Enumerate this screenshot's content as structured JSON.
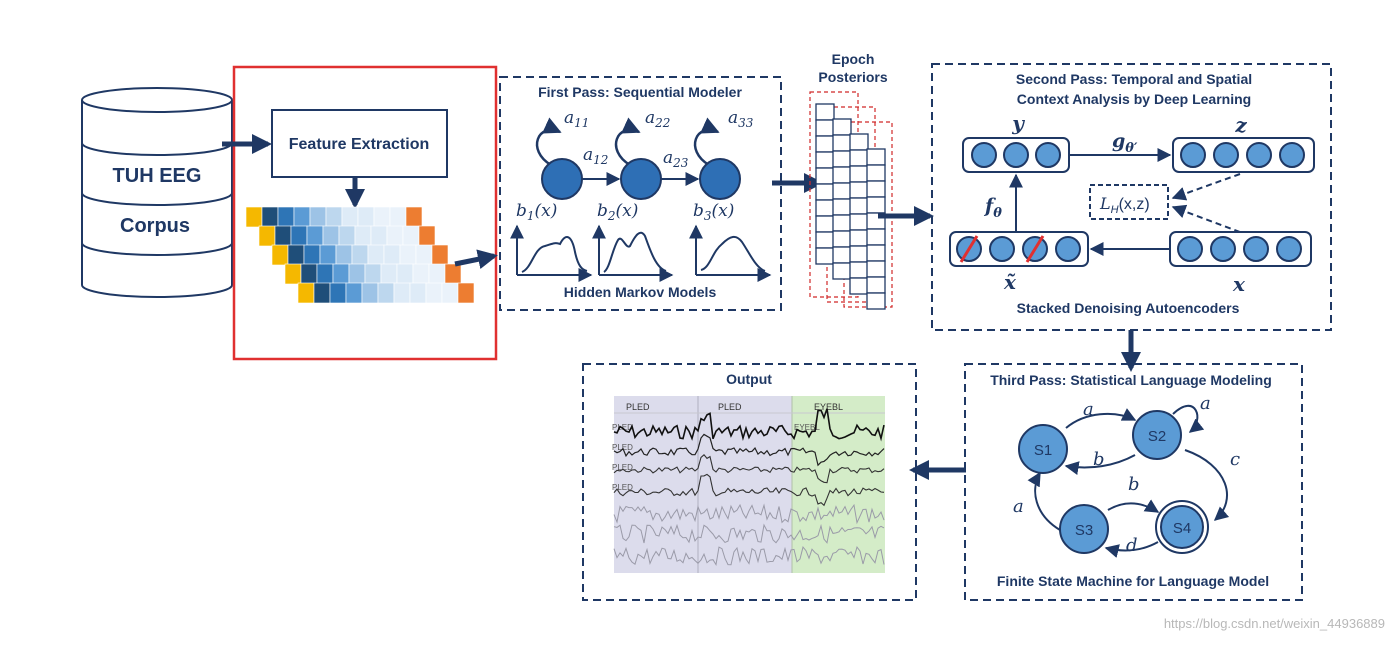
{
  "database": {
    "line1": "TUH EEG",
    "line2": "Corpus"
  },
  "feature_extraction": {
    "title": "Feature Extraction"
  },
  "first_pass": {
    "title": "First Pass: Sequential Modeler",
    "footer": "Hidden Markov Models",
    "transitions": {
      "a11": "a",
      "a11_sub": "11",
      "a22": "a",
      "a22_sub": "22",
      "a33": "a",
      "a33_sub": "33",
      "a12": "a",
      "a12_sub": "12",
      "a23": "a",
      "a23_sub": "23"
    },
    "emissions": [
      {
        "base": "b",
        "sub": "1",
        "arg": "(x)"
      },
      {
        "base": "b",
        "sub": "2",
        "arg": "(x)"
      },
      {
        "base": "b",
        "sub": "3",
        "arg": "(x)"
      }
    ]
  },
  "epoch_posteriors": {
    "line1": "Epoch",
    "line2": "Posteriors"
  },
  "second_pass": {
    "title_line1": "Second Pass: Temporal and Spatial",
    "title_line2": "Context Analysis by Deep Learning",
    "footer": "Stacked Denoising Autoencoders",
    "y_label": "y",
    "z_label": "z",
    "g_label": "g",
    "g_sub": "θ′",
    "f_label": "f",
    "f_sub": "θ",
    "xtilde_label": "x̃",
    "x_label": "x",
    "loss_label": "L",
    "loss_sub": "H",
    "loss_arg": "(x,z)"
  },
  "third_pass": {
    "title": "Third Pass: Statistical Language Modeling",
    "footer": "Finite State Machine for Language Model",
    "states": [
      "S1",
      "S2",
      "S3",
      "S4"
    ],
    "edge_labels": {
      "s1_s2": "a",
      "s2_self": "a",
      "s2_s1": "b",
      "s2_s4": "c",
      "s3_s4": "b",
      "s4_s3": "d",
      "s3_s1": "a"
    }
  },
  "output": {
    "title": "Output",
    "segment_labels": [
      "PLED",
      "PLED",
      "EYEBL"
    ],
    "channel_labels": [
      "PLED",
      "PLED",
      "PLED",
      "PLED",
      "EYEBL"
    ]
  },
  "watermark": "https://blog.csdn.net/weixin_44936889",
  "colors": {
    "navy": "#1f3864",
    "node_fill": "#3d7cc9",
    "node_fill_light": "#5b9bd5",
    "highlight_red": "#e03030",
    "dashed_red": "#d02828",
    "plot_purple": "#dcdcec",
    "plot_green": "#d4ecc8"
  }
}
